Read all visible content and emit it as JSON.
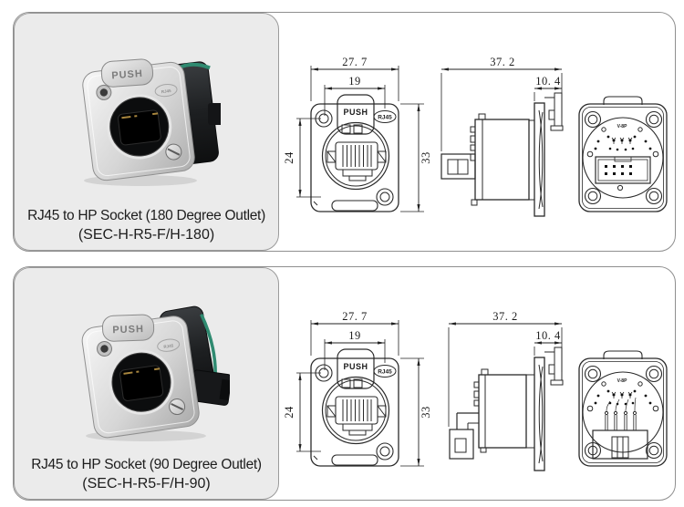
{
  "panels": [
    {
      "name": "RJ45 to HP Socket (180 Degree Outlet)",
      "code": "(SEC-H-R5-F/H-180)"
    },
    {
      "name": "RJ45 to HP Socket (90 Degree Outlet)",
      "code": "(SEC-H-R5-F/H-90)"
    }
  ],
  "drawing": {
    "front": {
      "dim_overall_width": "27. 7",
      "dim_hole_spacing_w": "19",
      "dim_hole_spacing_h": "24",
      "dim_overall_height": "33",
      "push_label": "PUSH",
      "rj45_label": "RJ45"
    },
    "side": {
      "dim_overall_depth": "37. 2",
      "dim_flange_offset": "10. 4"
    },
    "back": {
      "insert_label": "V-8P"
    }
  },
  "photo": {
    "push_label": "PUSH",
    "rj45_label": "RJ45"
  },
  "colors": {
    "panel_border": "#8f8f8f",
    "card_background": "#ebebeb",
    "drawing_line": "#2a2a2a",
    "text": "#1d1d1d",
    "metal_silver": "#d9d9d9",
    "connector_black": "#1f2123",
    "seal_green": "#2f8a70"
  }
}
